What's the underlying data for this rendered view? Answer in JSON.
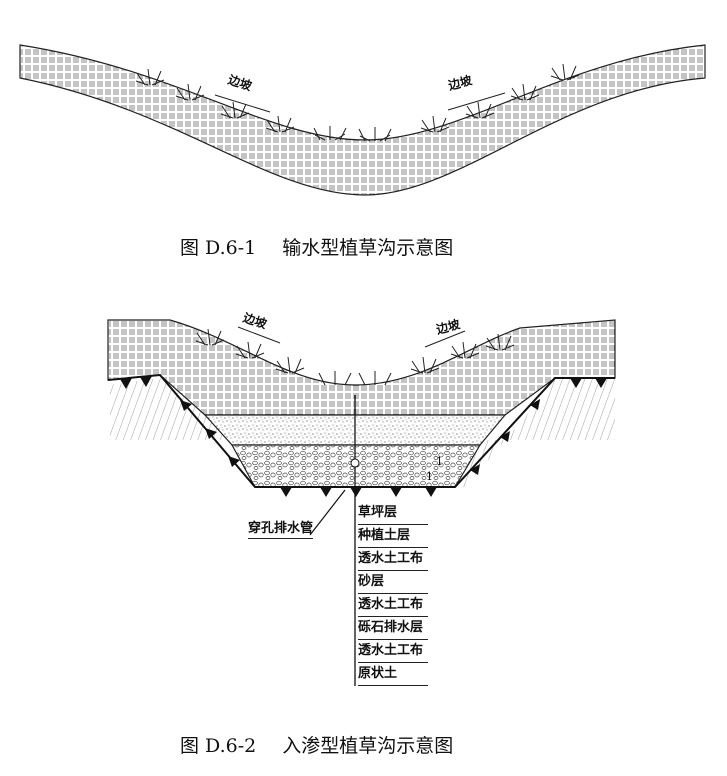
{
  "figure1": {
    "caption_number": "图 D.6-1",
    "caption_title": "输水型植草沟示意图",
    "slope_labels": [
      "边坡",
      "边坡"
    ]
  },
  "figure2": {
    "caption_number": "图 D.6-2",
    "caption_title": "入渗型植草沟示意图",
    "slope_labels": [
      "边坡",
      "边坡"
    ],
    "pipe_label": "穿孔排水管",
    "ratio": [
      "1",
      "1"
    ],
    "layers": [
      "草坪层",
      "种植土层",
      "透水土工布",
      "砂层",
      "透水土工布",
      "砾石排水层",
      "透水土工布",
      "原状土"
    ]
  }
}
